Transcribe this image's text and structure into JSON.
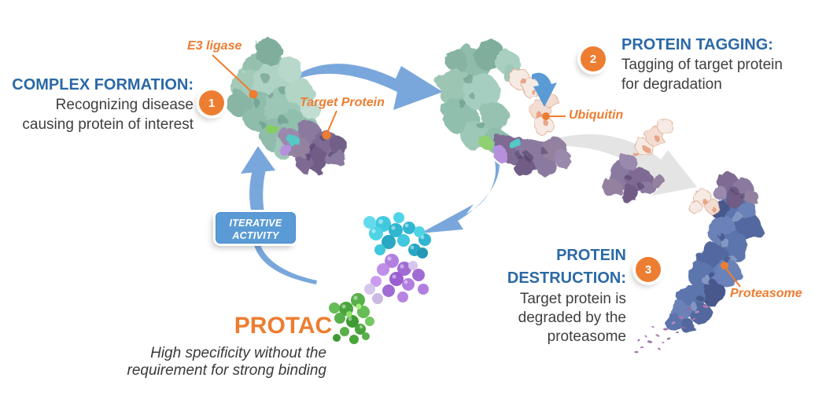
{
  "colors": {
    "heading_blue": "#2B69A6",
    "body_gray": "#3F3F3F",
    "accent_orange": "#ED7D31",
    "arrow_blue": "#79A7DC",
    "arrow_gray": "#E4E4E4",
    "iterative_box_fill": "#5B9BD5"
  },
  "steps": [
    {
      "number": "1",
      "title": "COMPLEX FORMATION:",
      "line1": "Recognizing disease",
      "line2": "causing protein of interest"
    },
    {
      "number": "2",
      "title": "PROTEIN TAGGING:",
      "line1": "Tagging of target protein",
      "line2": "for degradation"
    },
    {
      "number": "3",
      "title_line1": "PROTEIN",
      "title_line2": "DESTRUCTION:",
      "line1": "Target protein is",
      "line2": "degraded by the",
      "line3": "proteasome"
    }
  ],
  "labels": {
    "e3_ligase": "E3 ligase",
    "target_protein": "Target Protein",
    "ubiquitin": "Ubiquitin",
    "proteasome": "Proteasome"
  },
  "iterative": {
    "line1": "ITERATIVE",
    "line2": "ACTIVITY"
  },
  "protac": {
    "title": "PROTAC",
    "subtitle_line1": "High specificity without the",
    "subtitle_line2": "requirement for strong binding"
  }
}
